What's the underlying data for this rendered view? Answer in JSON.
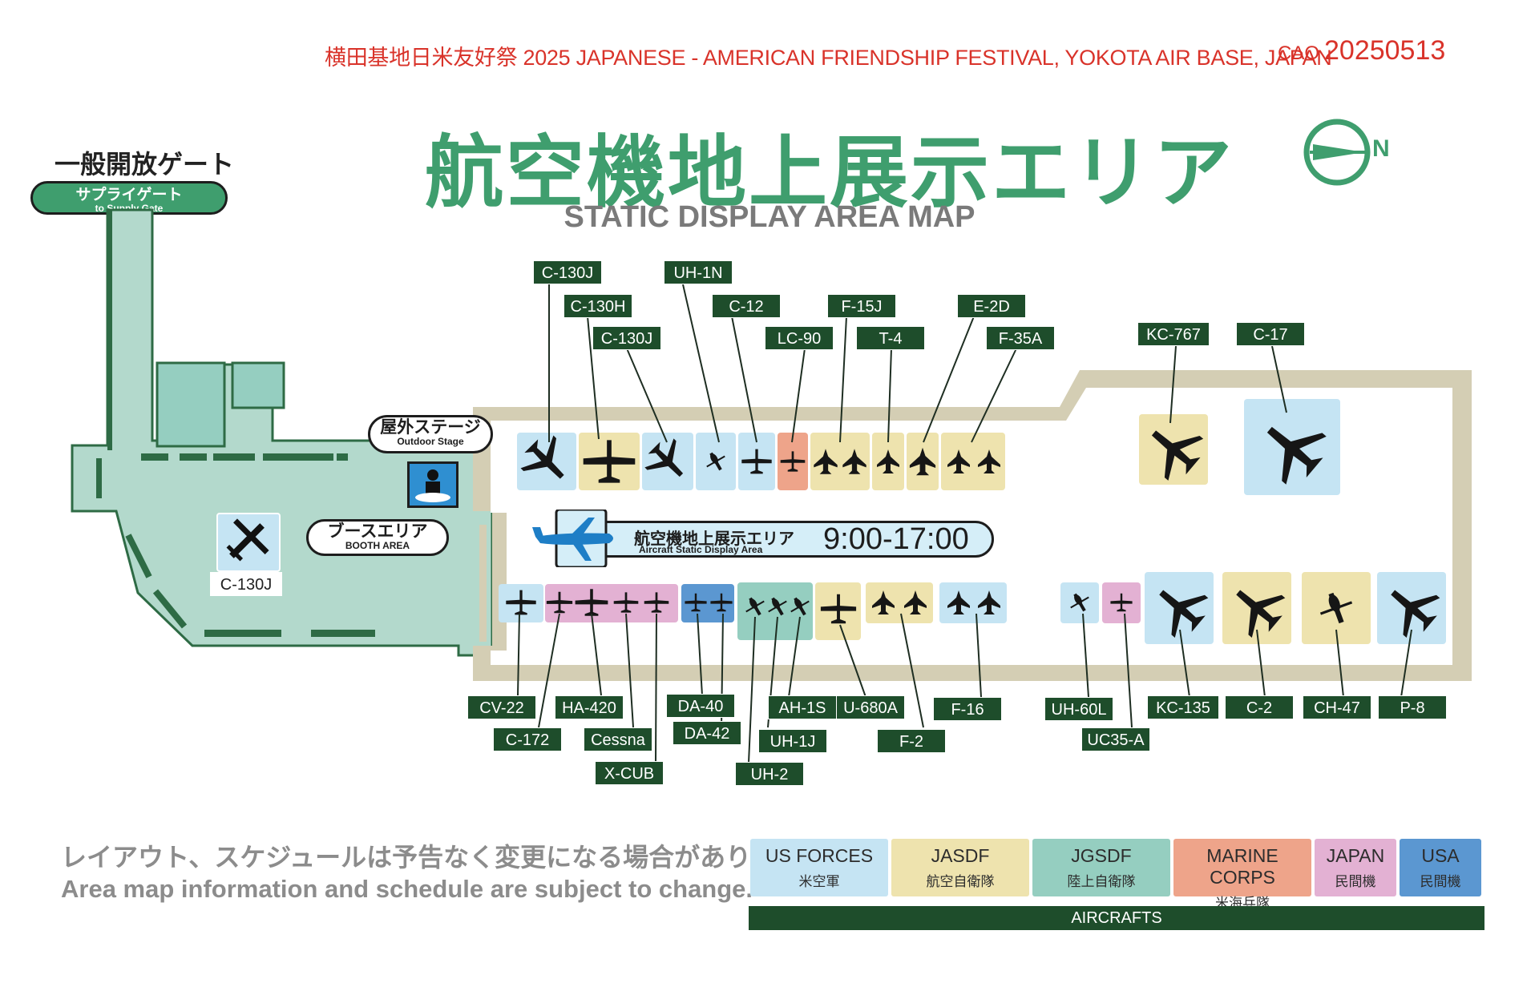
{
  "header": {
    "event_line": "横田基地日米友好祭 2025 JAPANESE - AMERICAN FRIENDSHIP FESTIVAL, YOKOTA AIR BASE, JAPAN",
    "cao_label": "CAO",
    "cao_number": "20250513"
  },
  "title": {
    "jp": "航空機地上展示エリア",
    "en": "STATIC DISPLAY AREA MAP"
  },
  "compass": {
    "letter": "N"
  },
  "gate": {
    "title": "一般開放ゲート",
    "pill_jp": "サプライゲート",
    "pill_en": "to Supply Gate"
  },
  "outdoor_stage": {
    "jp": "屋外ステージ",
    "en": "Outdoor Stage"
  },
  "booth_area": {
    "jp": "ブースエリア",
    "en": "BOOTH AREA"
  },
  "booth_aircraft": "C-130J",
  "hours_box": {
    "jp": "航空機地上展示エリア",
    "en": "Aircraft Static Display Area",
    "time": "9:00-17:00"
  },
  "top_labels": [
    "C-130J",
    "C-130H",
    "C-130J",
    "UH-1N",
    "C-12",
    "LC-90",
    "F-15J",
    "T-4",
    "E-2D",
    "F-35A",
    "KC-767",
    "C-17"
  ],
  "bottom_labels": [
    "CV-22",
    "C-172",
    "HA-420",
    "Cessna",
    "X-CUB",
    "DA-40",
    "DA-42",
    "AH-1S",
    "UH-1J",
    "UH-2",
    "U-680A",
    "F-2",
    "F-16",
    "UH-60L",
    "UC35-A",
    "KC-135",
    "C-2",
    "CH-47",
    "P-8"
  ],
  "disclaimer": {
    "jp": "レイアウト、スケジュールは予告なく変更になる場合があります。",
    "en": "Area map information and schedule are subject to change."
  },
  "legend": [
    {
      "en": "US FORCES",
      "jp": "米空軍",
      "color": "#c5e4f3"
    },
    {
      "en": "JASDF",
      "jp": "航空自衛隊",
      "color": "#eee3ae"
    },
    {
      "en": "JGSDF",
      "jp": "陸上自衛隊",
      "color": "#95cec0"
    },
    {
      "en": "MARINE CORPS",
      "jp": "米海兵隊",
      "color": "#eea48a"
    },
    {
      "en": "JAPAN",
      "jp": "民間機",
      "color": "#e3b1d3"
    },
    {
      "en": "USA",
      "jp": "民間機",
      "color": "#5b97d1"
    }
  ],
  "legend_caption": "AIRCRAFTS",
  "colors": {
    "accent_green": "#3f9e6e",
    "header_red": "#d9332a",
    "label_dark": "#1e4d2b",
    "apron_tan": "#d4ceb4",
    "ground_mint": "#b3d9cc"
  }
}
